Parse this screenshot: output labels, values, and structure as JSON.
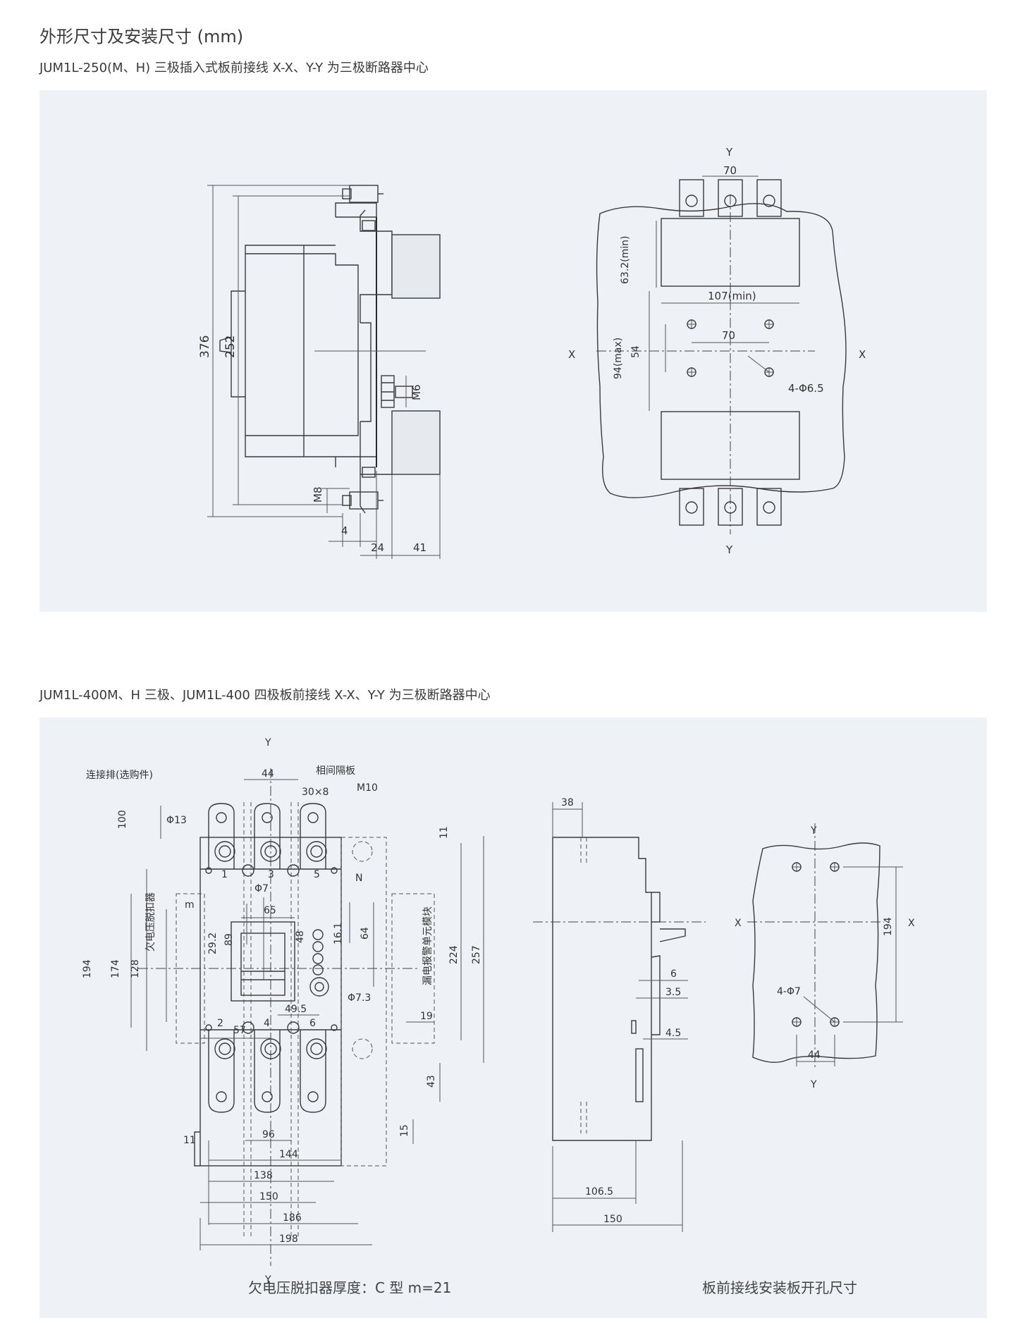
{
  "page": {
    "title": "外形尺寸及安装尺寸 (mm)",
    "section1_caption": "JUM1L-250(M、H) 三极插入式板前接线   X-X、Y-Y 为三极断路器中心",
    "section2_caption": "JUM1L-400M、H 三极、JUM1L-400 四极板前接线  X-X、Y-Y 为三极断路器中心"
  },
  "diagram1": {
    "side": {
      "dims": [
        "376",
        "252",
        "M6",
        "M8",
        "4",
        "24",
        "41"
      ]
    },
    "front": {
      "axis_x": "X",
      "axis_y": "Y",
      "dims": [
        "70",
        "63.2(min)",
        "107(min)",
        "70",
        "94(max)",
        "54",
        "4-Φ6.5"
      ]
    }
  },
  "diagram2": {
    "front": {
      "axis_x": "X",
      "axis_y": "Y",
      "labels": [
        "连接排(选购件)",
        "相间隔板",
        "30×8",
        "M10",
        "Φ13",
        "Φ7",
        "N",
        "m",
        "欠电压脱扣器",
        "漏电报警单元模块",
        "Φ7.3"
      ],
      "poles_top": [
        "1",
        "3",
        "5"
      ],
      "poles_bottom": [
        "2",
        "4",
        "6"
      ],
      "dims": [
        "44",
        "100",
        "11",
        "194",
        "174",
        "128",
        "29.2",
        "89",
        "65",
        "48",
        "16.1",
        "64",
        "224",
        "257",
        "49.5",
        "57",
        "19",
        "43",
        "15",
        "11",
        "96",
        "144",
        "138",
        "150",
        "186",
        "198"
      ]
    },
    "side": {
      "dims": [
        "38",
        "6",
        "3.5",
        "4.5",
        "106.5",
        "150"
      ]
    },
    "cutout": {
      "axis_x": "X",
      "axis_y": "Y",
      "dims": [
        "4-Φ7",
        "194",
        "44"
      ]
    },
    "caption_left": "欠电压脱扣器厚度：C 型 m=21",
    "caption_right": "板前接线安装板开孔尺寸"
  }
}
